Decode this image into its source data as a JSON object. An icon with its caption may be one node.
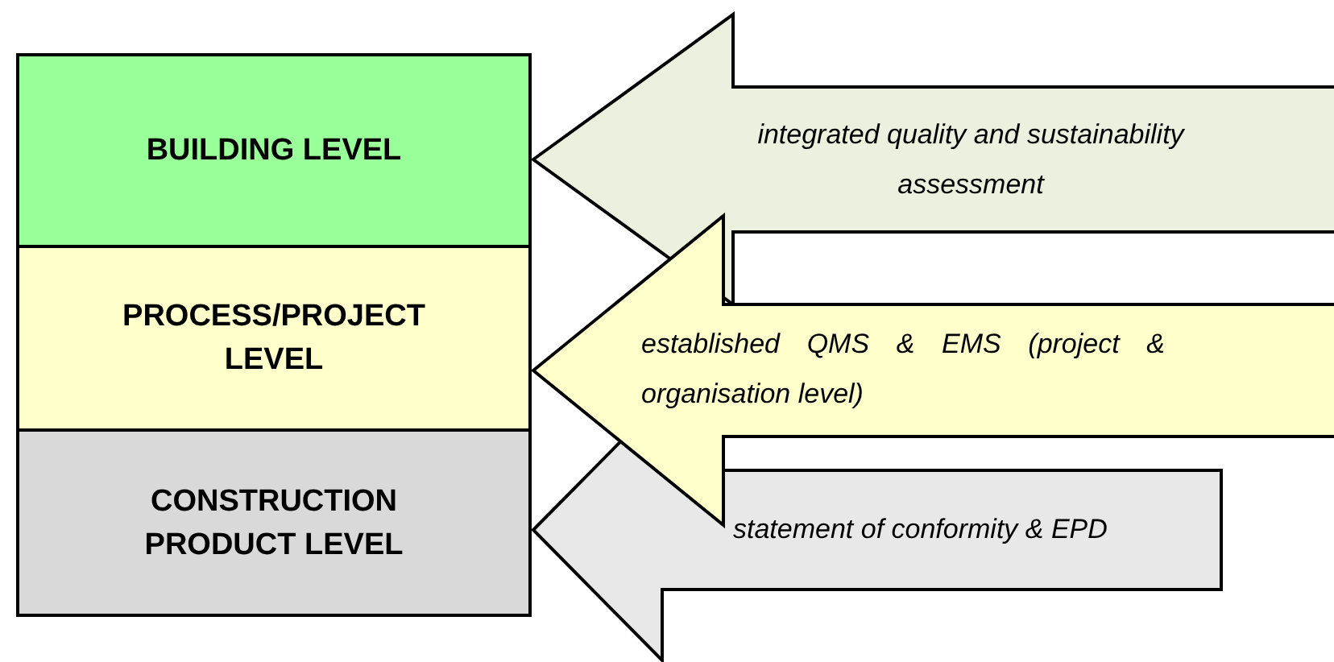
{
  "diagram": {
    "nodes": [
      {
        "text": [
          "BUILDING LEVEL"
        ]
      },
      {
        "text": [
          "PROCESS/PROJECT LEVEL"
        ]
      },
      {
        "text": [
          "CONSTRUCTION PRODUCT LEVEL"
        ]
      }
    ],
    "edges": [
      {
        "from": null,
        "to": 0,
        "arrow": "to",
        "label": "integrated quality and sustainability assessment",
        "style": "thick",
        "color": "#ebf1de"
      },
      {
        "from": null,
        "to": 1,
        "arrow": "to",
        "label": "established QMS & EMS (project & organisation level)",
        "style": "thick",
        "color": "#ffffcc"
      },
      {
        "from": null,
        "to": 2,
        "arrow": "to",
        "label": "statement of conformity & EPD",
        "style": "thick",
        "color": "#e8e8e8"
      }
    ]
  }
}
